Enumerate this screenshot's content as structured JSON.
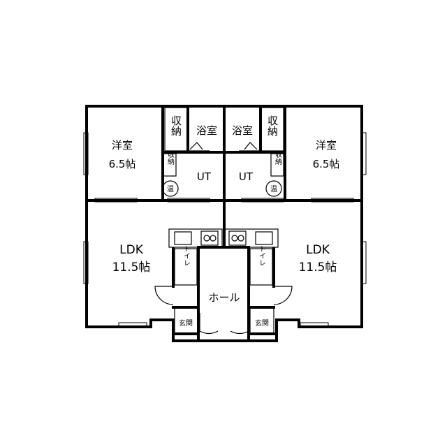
{
  "rooms": {
    "left_bedroom": {
      "name": "洋室",
      "size": "6.5帖"
    },
    "right_bedroom": {
      "name": "洋室",
      "size": "6.5帖"
    },
    "left_closet_top": "収納",
    "right_closet_top": "収納",
    "left_closet_small": "収納",
    "right_closet_small": "収納",
    "left_bath": "浴室",
    "right_bath": "浴室",
    "left_ut": "UT",
    "right_ut": "UT",
    "left_heater": "温",
    "right_heater": "温",
    "left_ldk": {
      "name": "LDK",
      "size": "11.5帖"
    },
    "right_ldk": {
      "name": "LDK",
      "size": "11.5帖"
    },
    "left_toilet": "トイレ",
    "right_toilet": "トイレ",
    "hall": "ホール",
    "left_entrance": "玄関",
    "right_entrance": "玄関"
  }
}
